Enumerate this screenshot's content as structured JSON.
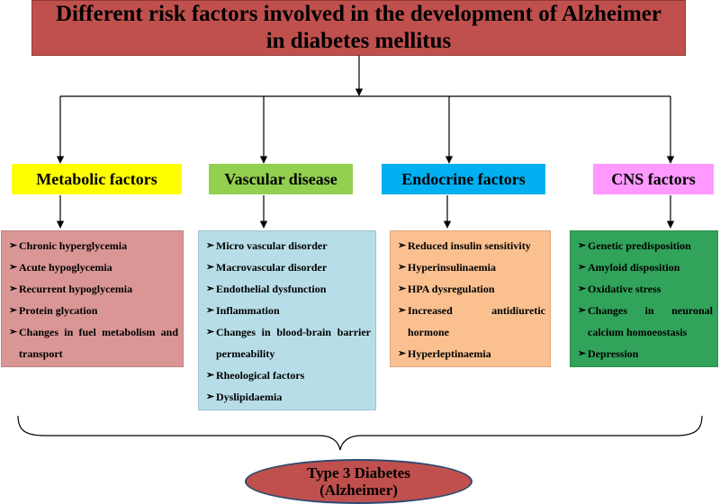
{
  "title": {
    "line1": "Different risk factors involved in the development of Alzheimer",
    "line2": "in diabetes mellitus"
  },
  "columns": [
    {
      "heading": "Metabolic factors",
      "items": [
        "Chronic hyperglycemia",
        "Acute hypoglycemia",
        "Recurrent hypoglycemia",
        "Protein glycation",
        "Changes in fuel metabolism and transport"
      ]
    },
    {
      "heading": "Vascular disease",
      "items": [
        "Micro vascular disorder",
        "Macrovascular disorder",
        "Endothelial dysfunction",
        "Inflammation",
        "Changes in blood-brain barrier permeability",
        "Rheological factors",
        "Dyslipidaemia"
      ]
    },
    {
      "heading": "Endocrine factors",
      "items": [
        "Reduced insulin sensitivity",
        "Hyperinsulinaemia",
        "HPA dysregulation",
        "Increased antidiuretic hormone",
        "Hyperleptinaemia"
      ]
    },
    {
      "heading": "CNS factors",
      "items": [
        "Genetic predisposition",
        "Amyloid disposition",
        "Oxidative stress",
        "Changes in neuronal calcium homoeostasis",
        "Depression"
      ]
    }
  ],
  "outcome": {
    "line1": "Type 3 Diabetes",
    "line2": "(Alzheimer)"
  },
  "colors": {
    "title_fill": "#c0504d",
    "metabolic_heading": "#ffff00",
    "vascular_heading": "#92d050",
    "endocrine_heading": "#00b0f0",
    "cns_heading": "#ff99ff",
    "metabolic_panel": "#d99694",
    "vascular_panel": "#b7dee8",
    "endocrine_panel": "#fac090",
    "cns_panel": "#31a35b",
    "oval_fill": "#c0504d"
  }
}
